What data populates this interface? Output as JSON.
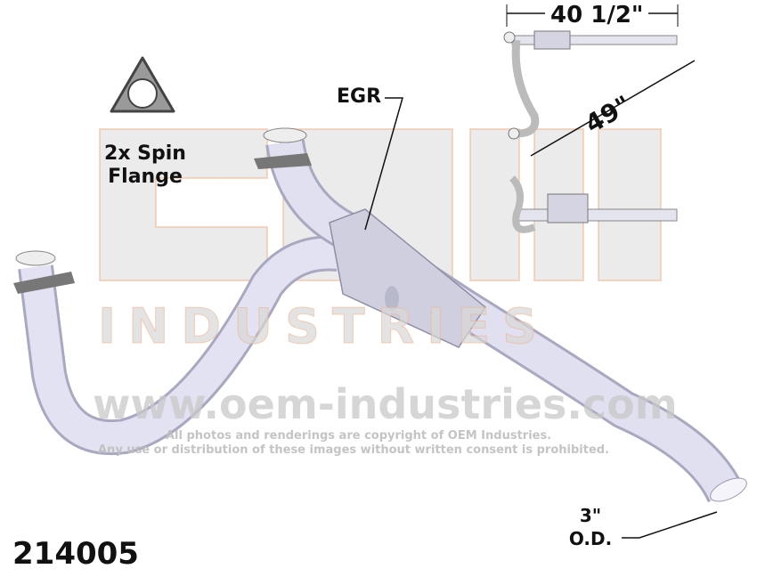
{
  "part_number": "214005",
  "flange_label": [
    "2x Spin",
    "Flange"
  ],
  "egr_label": "EGR",
  "outlet_label": [
    "3\"",
    "O.D."
  ],
  "dimensions": {
    "width": "40 1/2\"",
    "diagonal": "49\""
  },
  "watermark": {
    "logo_text": "OEM INDUSTRIES",
    "url": "www.oem-industries.com",
    "copyright_line1": "All photos and renderings are copyright of OEM Industries.",
    "copyright_line2": "Any use or distribution of these images without written consent is prohibited."
  },
  "colors": {
    "pipe": "#d9d9ec",
    "pipe_shade": "#a8a8c0",
    "flange": "#8a8a8a",
    "watermark": "#d6d6d6",
    "watermark_edge": "#f0b48c"
  }
}
